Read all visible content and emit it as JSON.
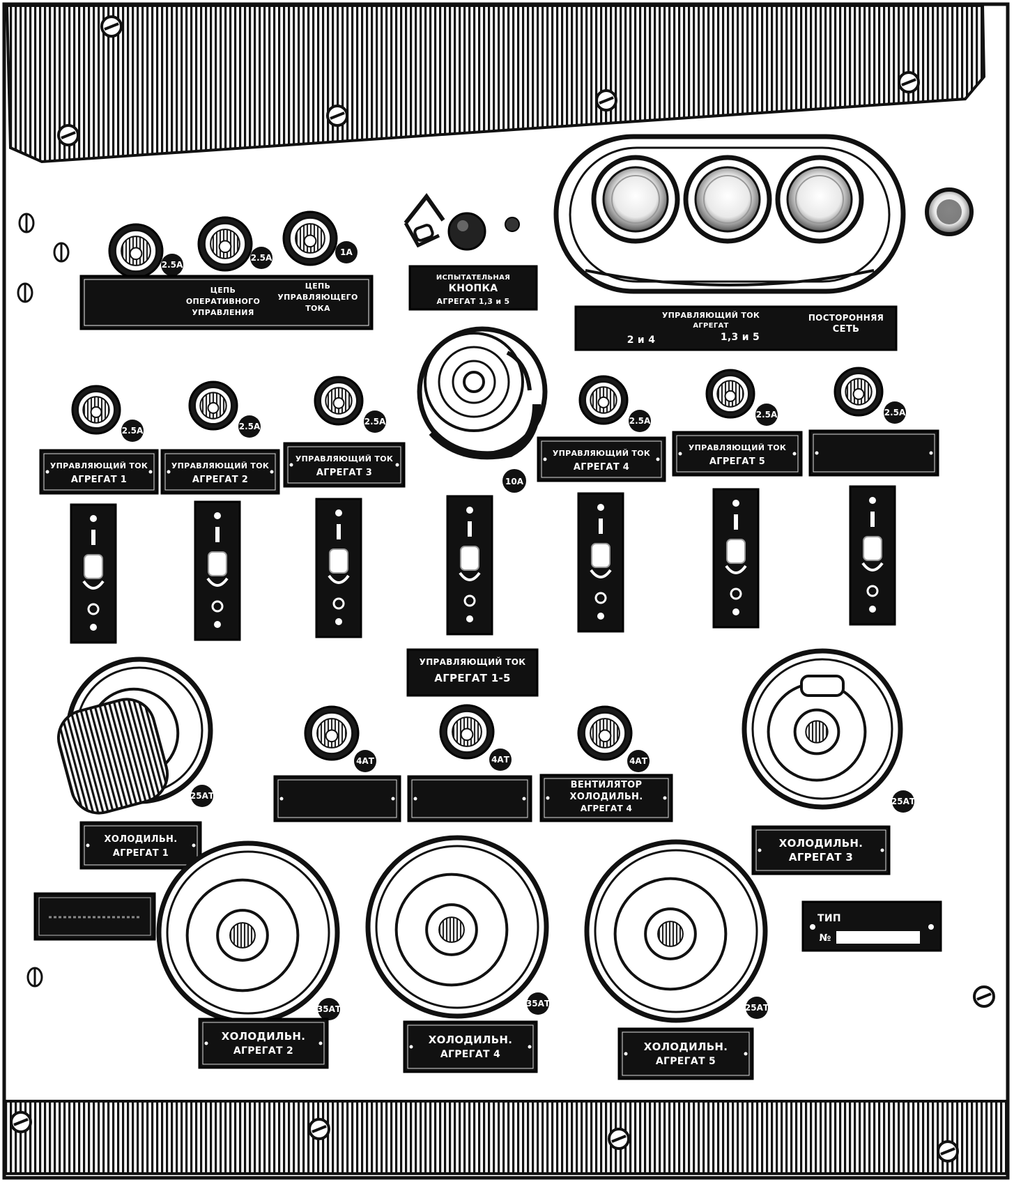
{
  "panel": {
    "ink": "#111111",
    "paper": "#ffffff"
  },
  "top_fuses": [
    {
      "rating": "2.5А"
    },
    {
      "rating": "2.5А"
    },
    {
      "rating": "1А"
    }
  ],
  "top_left_plate": {
    "line1a": "ЦЕПЬ",
    "line2a": "ОПЕРАТИВНОГО",
    "line3a": "УПРАВЛЕНИЯ",
    "line1b": "ЦЕПЬ",
    "line2b": "УПРАВЛЯЮЩЕГО",
    "line3b": "ТОКА"
  },
  "test_button_plate": {
    "line1": "ИСПЫТАТЕЛЬНАЯ",
    "line2": "КНОПКА",
    "line3": "АГРЕГАТ 1,3 и 5"
  },
  "signal_plate": {
    "left_top": "УПРАВЛЯЮЩИЙ ТОК",
    "left_mid": "АГРЕГАТ",
    "left_a": "2 и 4",
    "left_b": "1,3 и 5",
    "right_top": "ПОСТОРОННЯЯ",
    "right_bottom": "СЕТЬ"
  },
  "unit_fuses": [
    {
      "rating": "2.5А",
      "label1": "УПРАВЛЯЮЩИЙ ТОК",
      "label2": "АГРЕГАТ 1"
    },
    {
      "rating": "2.5А",
      "label1": "УПРАВЛЯЮЩИЙ ТОК",
      "label2": "АГРЕГАТ 2"
    },
    {
      "rating": "2.5А",
      "label1": "УПРАВЛЯЮЩИЙ ТОК",
      "label2": "АГРЕГАТ 3"
    },
    {
      "rating": "2.5А",
      "label1": "УПРАВЛЯЮЩИЙ ТОК",
      "label2": "АГРЕГАТ 4"
    },
    {
      "rating": "2.5А",
      "label1": "УПРАВЛЯЮЩИЙ ТОК",
      "label2": "АГРЕГАТ 5"
    },
    {
      "rating": "2.5А",
      "label1": "",
      "label2": ""
    }
  ],
  "main_switch": {
    "rating": "10А",
    "label1": "УПРАВЛЯЮЩИЙ ТОК",
    "label2": "АГРЕГАТ 1-5"
  },
  "fan_fuses": [
    {
      "rating": "4АТ",
      "label1": "",
      "label2": "",
      "label3": ""
    },
    {
      "rating": "4АТ",
      "label1": "",
      "label2": "",
      "label3": ""
    },
    {
      "rating": "4АТ",
      "label1": "ВЕНТИЛЯТОР",
      "label2": "ХОЛОДИЛЬН.",
      "label3": "АГРЕГАТ 4"
    }
  ],
  "big_fuses": [
    {
      "rating": "25АТ",
      "label1": "ХОЛОДИЛЬН.",
      "label2": "АГРЕГАТ 1"
    },
    {
      "rating": "25АТ",
      "label1": "ХОЛОДИЛЬН.",
      "label2": "АГРЕГАТ 3"
    },
    {
      "rating": "35АТ",
      "label1": "ХОЛОДИЛЬН.",
      "label2": "АГРЕГАТ 2"
    },
    {
      "rating": "35АТ",
      "label1": "ХОЛОДИЛЬН.",
      "label2": "АГРЕГАТ 4"
    },
    {
      "rating": "25АТ",
      "label1": "ХОЛОДИЛЬН.",
      "label2": "АГРЕГАТ 5"
    }
  ],
  "type_plate": {
    "line1": "ТИП",
    "line2": "№"
  }
}
